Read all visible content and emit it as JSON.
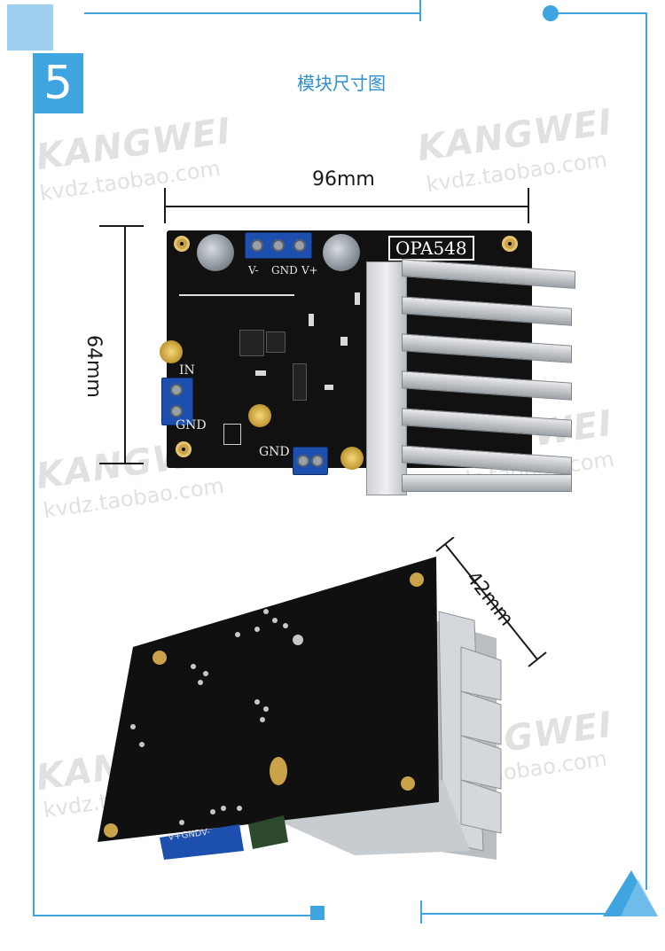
{
  "badge": {
    "number": "5"
  },
  "title": "模块尺寸图",
  "dimensions": {
    "width": "96mm",
    "height": "64mm",
    "depth": "42mm"
  },
  "watermark": {
    "brand": "KANGWEI",
    "url": "kvdz.taobao.com"
  },
  "pcb": {
    "chip_label": "OPA548",
    "power_labels": [
      "V-",
      "GND",
      "V+"
    ],
    "in_label": "IN",
    "gnd_left": "GND",
    "gnd_bottom": "GND",
    "bottom_terminal_label": "V+GNDV-"
  },
  "colors": {
    "accent": "#3fa5e0",
    "title": "#2f8fd0",
    "pcb": "#111111",
    "terminal": "#1d4fae"
  }
}
